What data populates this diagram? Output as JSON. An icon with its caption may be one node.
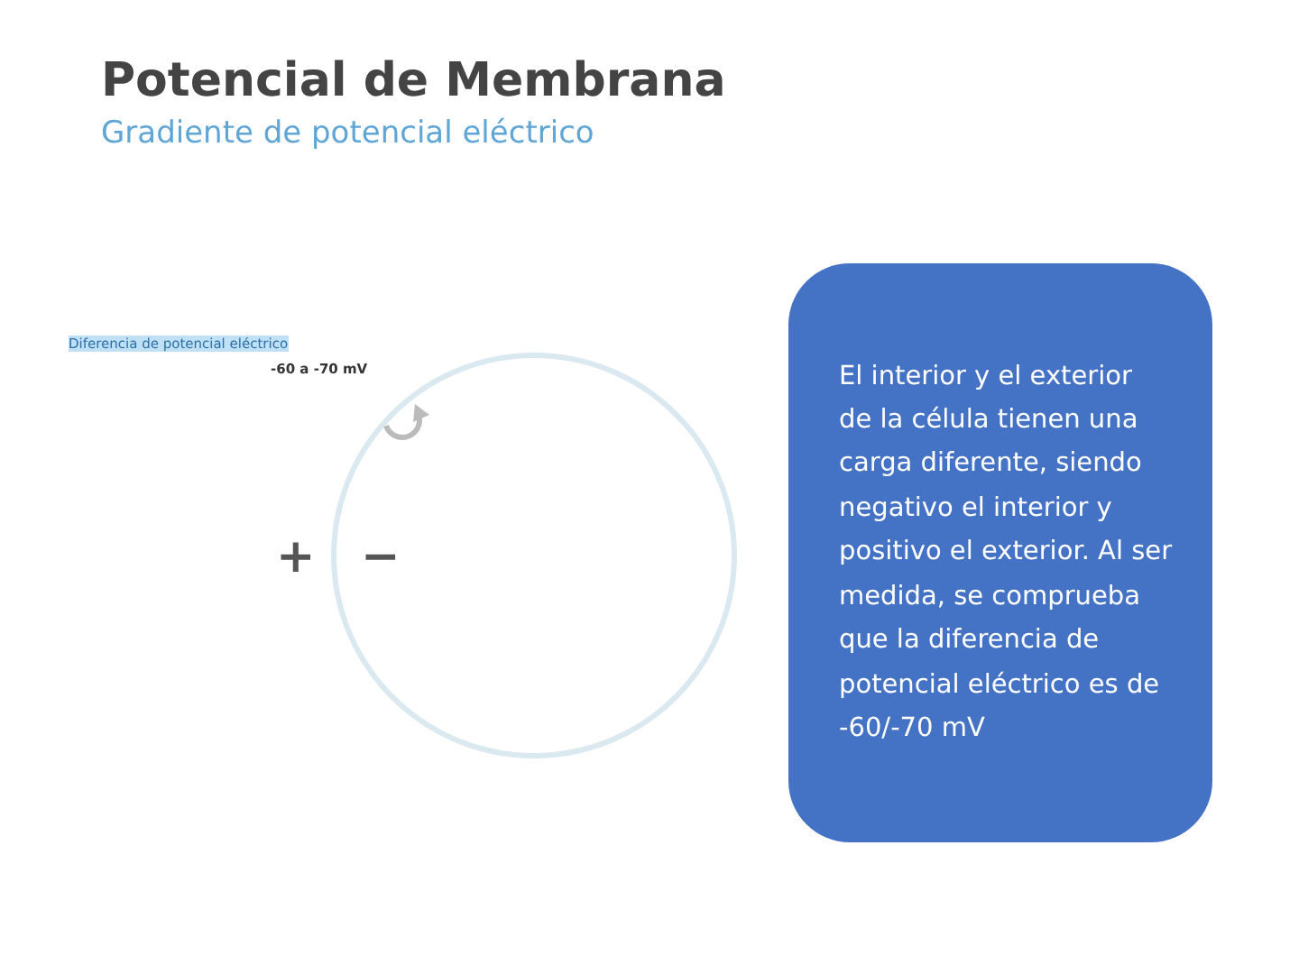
{
  "diagram": {
    "title": "Potencial de Membrana",
    "nodes": [
      {
        "text": [
          "El interior y el exterior de la célula tienen una carga diferente, siendo negativo el interior y positivo el exterior. Al ser medida, se comprueba que la diferencia de potencial eléctrico es de -60/-70 mV"
        ]
      }
    ],
    "labels": [
      "Gradiente de potencial eléctrico",
      "Diferencia de potencial eléctrico",
      "-60 a -70 mV",
      "+",
      "−"
    ]
  }
}
